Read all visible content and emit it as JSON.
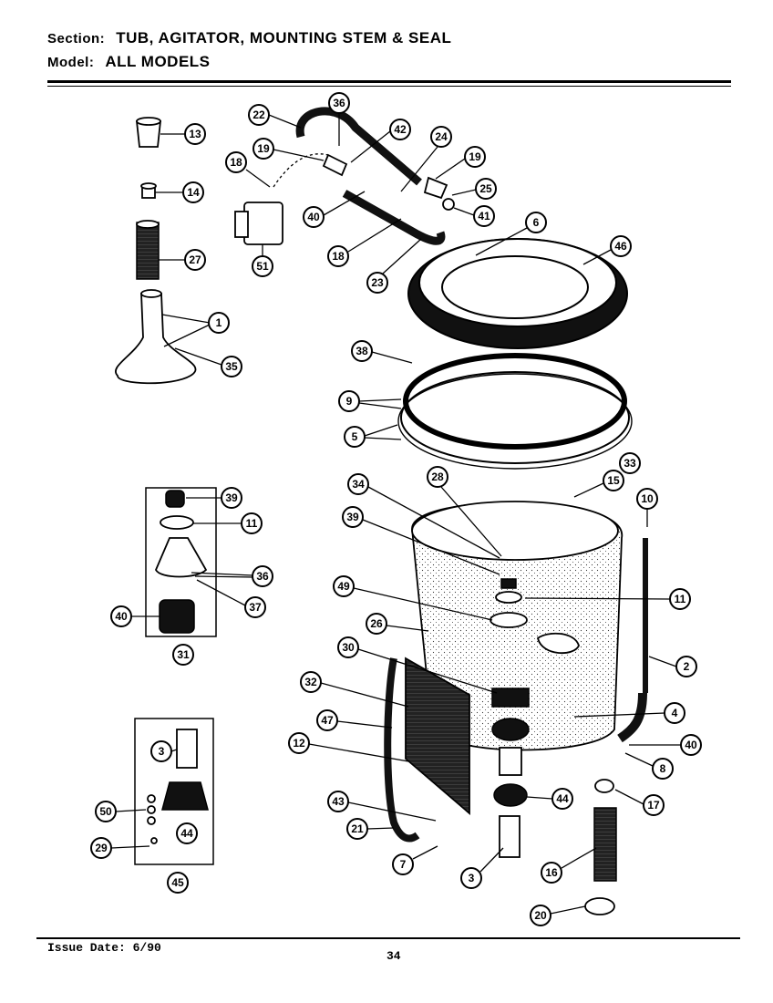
{
  "header": {
    "section_label": "Section:",
    "section_value": "TUB, AGITATOR, MOUNTING STEM & SEAL",
    "model_label": "Model:",
    "model_value": "ALL MODELS"
  },
  "footer": {
    "issue_date": "Issue Date: 6/90",
    "page_number": "34"
  },
  "callouts": [
    "13",
    "14",
    "27",
    "1",
    "35",
    "36",
    "22",
    "42",
    "24",
    "19",
    "19",
    "18",
    "25",
    "41",
    "40",
    "18",
    "23",
    "51",
    "6",
    "46",
    "38",
    "9",
    "5",
    "34",
    "28",
    "33",
    "15",
    "10",
    "39",
    "11",
    "49",
    "26",
    "30",
    "32",
    "47",
    "12",
    "43",
    "21",
    "7",
    "3",
    "44",
    "17",
    "2",
    "4",
    "40",
    "8",
    "16",
    "20",
    "39",
    "11",
    "36",
    "37",
    "40",
    "31",
    "3",
    "50",
    "44",
    "29",
    "45"
  ]
}
